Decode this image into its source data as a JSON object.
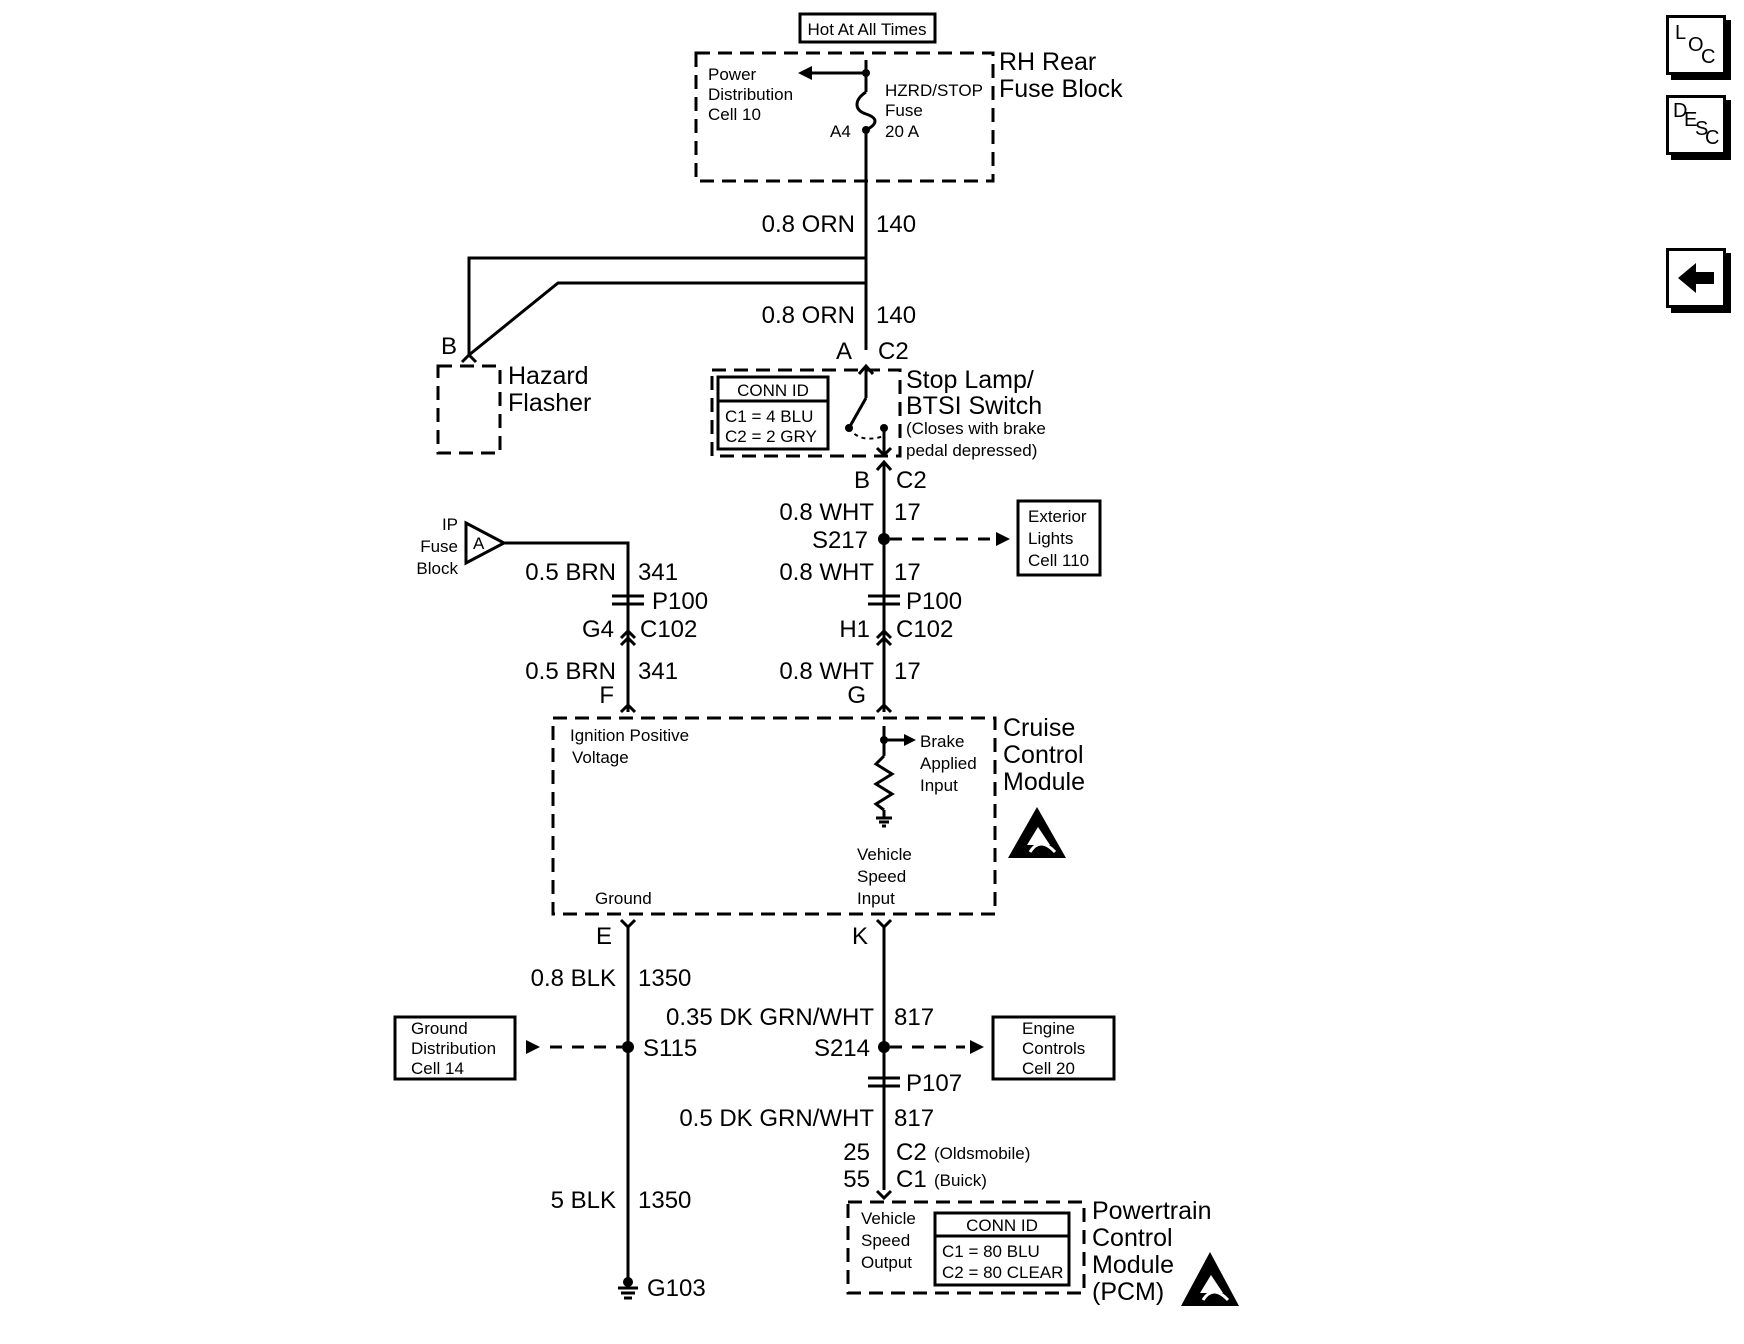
{
  "top_label": "Hot At All Times",
  "rh_fuse_block": {
    "name_line1": "RH Rear",
    "name_line2": "Fuse Block",
    "pd_line1": "Power",
    "pd_line2": "Distribution",
    "pd_line3": "Cell 10",
    "fuse_line1": "HZRD/STOP",
    "fuse_line2": "Fuse",
    "fuse_line3": "20 A",
    "pin": "A4"
  },
  "wires": {
    "orn_gauge": "0.8 ORN",
    "orn_circuit": "140",
    "wht_gauge": "0.8 WHT",
    "wht_circuit": "17",
    "brn_gauge": "0.5 BRN",
    "brn_circuit": "341",
    "blk_gauge": "0.8 BLK",
    "blk_circuit": "1350",
    "grn1_gauge": "0.35 DK GRN/WHT",
    "grn1_circuit": "817",
    "grn2_gauge": "0.5 DK GRN/WHT",
    "grn2_circuit": "817",
    "blk5_gauge": "5 BLK",
    "blk5_circuit": "1350"
  },
  "hazard_flasher": {
    "line1": "Hazard",
    "line2": "Flasher",
    "pin": "B"
  },
  "stop_switch": {
    "line1": "Stop Lamp/",
    "line2": "BTSI Switch",
    "note1": "(Closes with brake",
    "note2": "pedal depressed)",
    "conn_title": "CONN ID",
    "conn_c1": "C1 = 4 BLU",
    "conn_c2": "C2 = 2 GRY",
    "pin_top": "A",
    "conn_top": "C2",
    "pin_bottom": "B",
    "conn_bottom": "C2"
  },
  "splices": {
    "s217": "S217",
    "s115": "S115",
    "s214": "S214"
  },
  "exterior_lights": {
    "line1": "Exterior",
    "line2": "Lights",
    "line3": "Cell 110"
  },
  "ip_fuse_block": {
    "line1": "IP",
    "line2": "Fuse",
    "line3": "Block",
    "pin": "A"
  },
  "p100": "P100",
  "p107": "P107",
  "c102": "C102",
  "pins": {
    "g4": "G4",
    "h1": "H1",
    "f": "F",
    "g": "G",
    "e": "E",
    "k": "K"
  },
  "cruise_module": {
    "line1": "Cruise",
    "line2": "Control",
    "line3": "Module",
    "ign_line1": "Ignition Positive",
    "ign_line2": "Voltage",
    "brake_line1": "Brake",
    "brake_line2": "Applied",
    "brake_line3": "Input",
    "vss_line1": "Vehicle",
    "vss_line2": "Speed",
    "vss_line3": "Input",
    "ground": "Ground"
  },
  "ground_dist": {
    "line1": "Ground",
    "line2": "Distribution",
    "line3": "Cell 14"
  },
  "engine_controls": {
    "line1": "Engine",
    "line2": "Controls",
    "line3": "Cell 20"
  },
  "pcm_pins": {
    "c2_pin": "25",
    "c2_conn": "C2",
    "c2_note": "(Oldsmobile)",
    "c1_pin": "55",
    "c1_conn": "C1",
    "c1_note": "(Buick)"
  },
  "pcm": {
    "line1": "Powertrain",
    "line2": "Control",
    "line3": "Module",
    "line4": "(PCM)",
    "vso_line1": "Vehicle",
    "vso_line2": "Speed",
    "vso_line3": "Output",
    "conn_title": "CONN ID",
    "conn_c1": "C1 = 80 BLU",
    "conn_c2": "C2 = 80 CLEAR"
  },
  "ground_label": "G103",
  "nav": {
    "loc": [
      "L",
      "O",
      "C"
    ],
    "desc": [
      "D",
      "E",
      "S",
      "C"
    ],
    "back_icon": "left-arrow-icon"
  }
}
